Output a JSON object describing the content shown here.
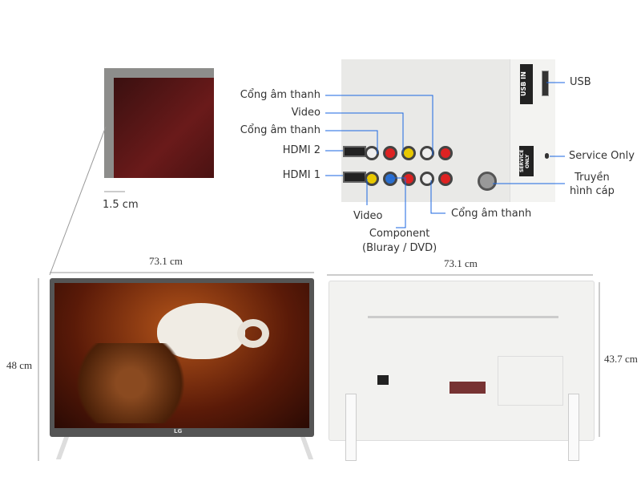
{
  "corner_detail": {
    "bezel_width": "1.5 cm"
  },
  "ports": {
    "audio_top": "Cổng âm thanh",
    "video_top": "Video",
    "audio_mid": "Cổng âm thanh",
    "hdmi2": "HDMI 2",
    "hdmi1": "HDMI 1",
    "video_bottom": "Video",
    "component_line1": "Component",
    "component_line2": "(Bluray / DVD)",
    "audio_bottom": "Cổng âm thanh",
    "usb": "USB",
    "service_only": "Service Only",
    "cable_tv_line1": "Truyền",
    "cable_tv_line2": "hình cáp",
    "usb_panel_text": "USB IN",
    "service_panel_text": "SERVICE ONLY"
  },
  "front": {
    "width": "73.1 cm",
    "height": "48 cm",
    "logo": "LG"
  },
  "back": {
    "width": "73.1 cm",
    "height": "43.7 cm"
  },
  "colors": {
    "leader_line": "#1a66e0",
    "dimension_line": "#999999"
  }
}
